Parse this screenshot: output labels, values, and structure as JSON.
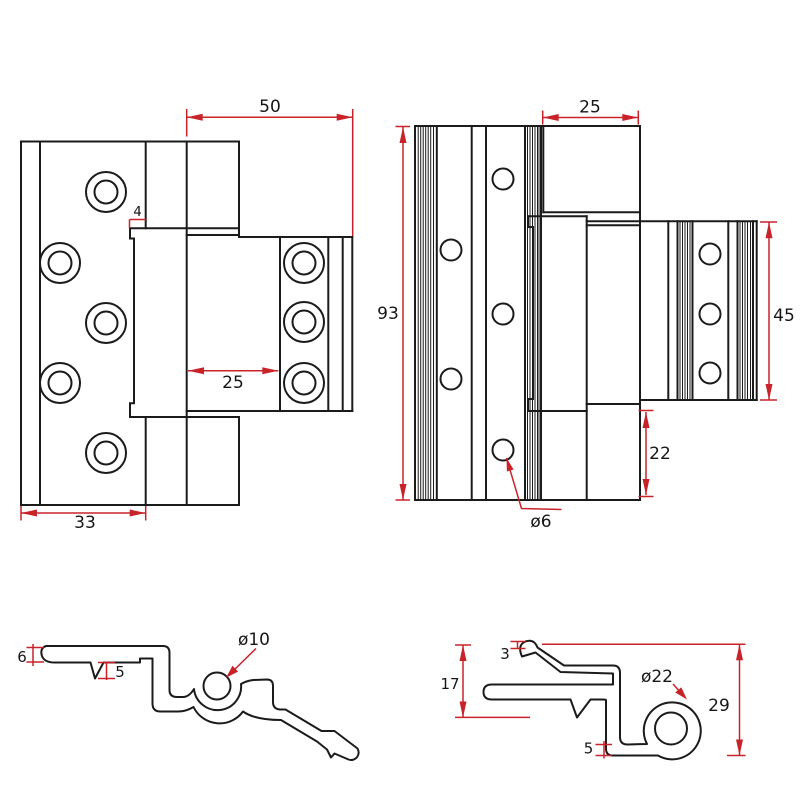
{
  "drawing_type": "hinge technical drawing",
  "colors": {
    "dimension_red": "#c9232a",
    "drawing_black": "#1b1b1b",
    "background": "#ffffff"
  },
  "front_view": {
    "dims": {
      "leaf_width": "50",
      "rebate_step": "4",
      "pin_to_screws": "25",
      "plate_width": "33"
    }
  },
  "back_view": {
    "dims": {
      "total_height": "93",
      "barrel_width": "25",
      "right_leaf_height": "45",
      "bottom_offset": "22",
      "screw_hole_dia": "ø6"
    }
  },
  "profile_left": {
    "dims": {
      "flange_thickness": "6",
      "notch_depth": "5",
      "pin_hole_dia": "ø10"
    }
  },
  "profile_right": {
    "dims": {
      "lip_height": "3",
      "arm_height": "17",
      "knuckle_dia": "ø22",
      "total_height": "29",
      "foot_thickness": "5"
    }
  }
}
